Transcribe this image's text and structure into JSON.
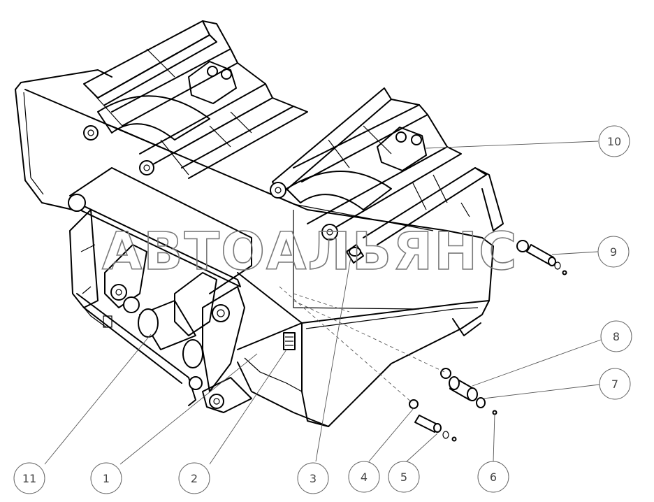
{
  "watermark": "АВТОАЛЬЯНС",
  "callouts": [
    {
      "id": "1",
      "label": "1"
    },
    {
      "id": "2",
      "label": "2"
    },
    {
      "id": "3",
      "label": "3"
    },
    {
      "id": "4",
      "label": "4"
    },
    {
      "id": "5",
      "label": "5"
    },
    {
      "id": "6",
      "label": "6"
    },
    {
      "id": "7",
      "label": "7"
    },
    {
      "id": "8",
      "label": "8"
    },
    {
      "id": "9",
      "label": "9"
    },
    {
      "id": "10",
      "label": "10"
    },
    {
      "id": "11",
      "label": "11"
    }
  ]
}
